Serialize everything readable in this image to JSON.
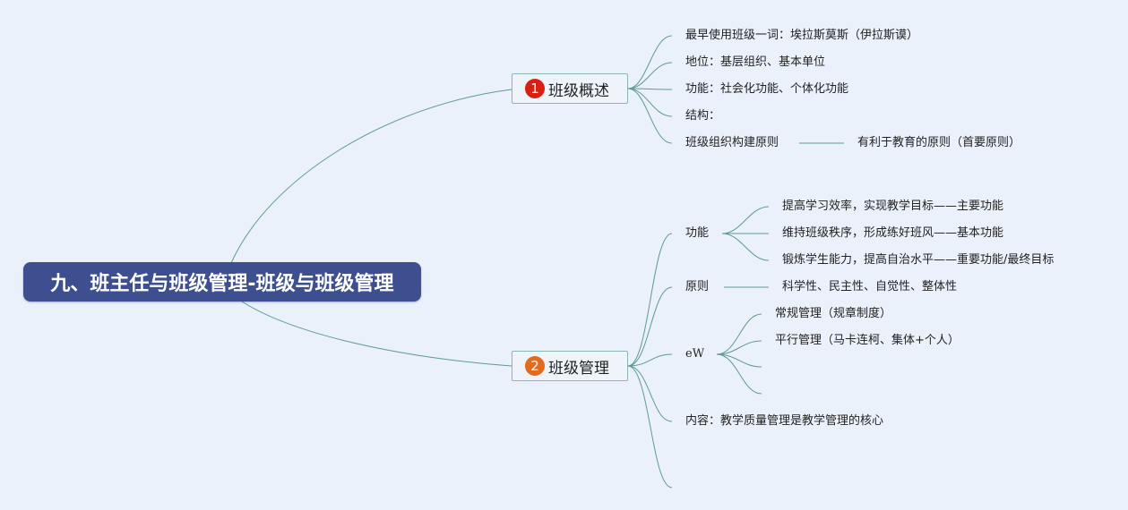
{
  "root": {
    "title": "九、班主任与班级管理-班级与班级管理"
  },
  "branch1": {
    "number": "1",
    "title": "班级概述",
    "badge_color": "#d91f12",
    "items": [
      "最早使用班级一词：埃拉斯莫斯（伊拉斯谟）",
      "地位：基层组织、基本单位",
      "功能：社会化功能、个体化功能",
      "结构："
    ],
    "principle": {
      "label": "班级组织构建原则",
      "child": "有利于教育的原则（首要原则）"
    }
  },
  "branch2": {
    "number": "2",
    "title": "班级管理",
    "badge_color": "#e36b1e",
    "functions": {
      "label": "功能",
      "items": [
        "提高学习效率，实现教学目标——主要功能",
        "维持班级秩序，形成练好班风——基本功能",
        "锻炼学生能力，提高自治水平——重要功能/最终目标"
      ]
    },
    "principles": {
      "label": "原则",
      "child": "科学性、民主性、自觉性、整体性"
    },
    "modes": {
      "label": "eW",
      "items": [
        "常规管理（规章制度）",
        "平行管理（马卡连柯、集体+个人）"
      ]
    },
    "content": "内容：教学质量管理是教学管理的核心"
  },
  "colors": {
    "background": "#eaf1fb",
    "root_fill": "#3d4f8f",
    "line": "#5e9a93",
    "box_border": "#8ab8b1"
  }
}
